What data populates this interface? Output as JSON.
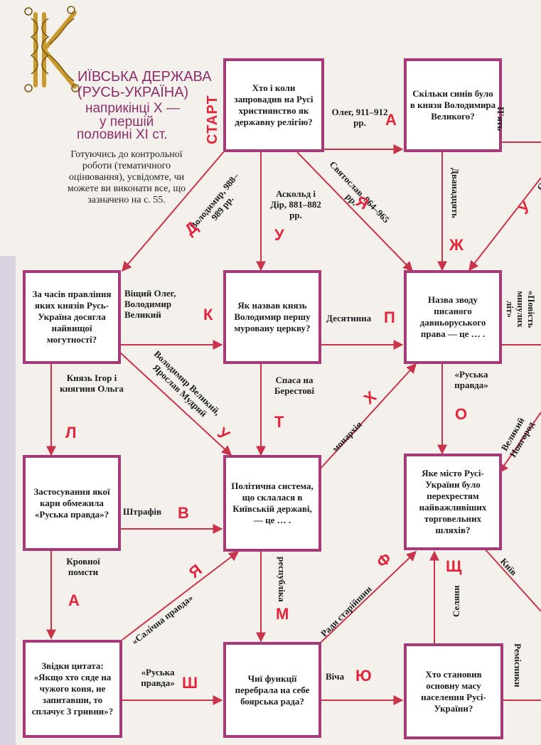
{
  "title": {
    "initial": "К",
    "lines": [
      "ИЇВСЬКА ДЕРЖАВА",
      "(РУСЬ-УКРАЇНА)",
      "наприкінці X —",
      "у першій",
      "половині XI ст."
    ]
  },
  "intro": "Готуючись до контрольної роботи (тематичного оцінювання), усвідомте, чи можете ви виконати все, що зазначено на с. 55.",
  "start_label": "СТАРТ",
  "boxes": {
    "q1": "Хто і коли запровадив на Русі християнство як державну релігію?",
    "q2": "Скільки синів було в князя Володимира Великого?",
    "q3": "За часів правління яких князів Русь-Україна досягла найвищої могутності?",
    "q4": "Як назвав князь Володимир першу муровану церкву?",
    "q5": "Назва зводу писаного давньоруського права — це … .",
    "q6": "Застосування якої кари обмежила «Руська правда»?",
    "q7": "Політична система, що склалася в Київській державі, — це … .",
    "q8": "Яке місто Русі-України було перехрестям найважливіших торговельних шляхів?",
    "q9": "Звідки цитата: «Якщо хто сяде на чужого коня, не запитавши, то сплачує 3 гривни»?",
    "q10": "Чиї функції перебрала на себе боярська рада?",
    "q11": "Хто становив основну масу населення Русі-України?"
  },
  "answers": {
    "oleg": "Олег, 911–912 рр.",
    "piat": "П'ять",
    "dvanadtsiat": "Дванадцять",
    "sviatoslav": "Святослав, 964–965 рр.",
    "askold": "Аскольд і Дір, 881–882 рр.",
    "volodymyr": "Володимир, 988–989 рр.",
    "ol_partial": "О",
    "veshchyi": "Віщий Олег, Володимир Великий",
    "desiatynna": "Десятинна",
    "povist": "«Повість минулих літ»",
    "igor": "Князь Ігор і княгиня Ольга",
    "volyar": "Володимир Великий, Ярослав Мудрий",
    "spasa": "Спаса на Берестові",
    "monarkhia": "монархія",
    "ruska_pravda": "«Руська правда»",
    "novgorod": "Великий Новгород",
    "shtrafiv": "Штрафів",
    "krovnoi": "Кровної помсти",
    "respublika": "республіка",
    "salichna": "«Салічна правда»",
    "rady": "Ради старійшин",
    "kyiv": "Київ",
    "seliany": "Селяни",
    "ruska_pravda2": "«Руська правда»",
    "vicha": "Віча",
    "remisnyky": "Ремісники"
  },
  "letters": {
    "A1": "А",
    "Ya1": "Я",
    "U1": "У",
    "D": "Д",
    "U2": "У",
    "Zh": "Ж",
    "K": "К",
    "P": "П",
    "L": "Л",
    "U3": "У",
    "T": "Т",
    "Kh": "Х",
    "O": "О",
    "V": "В",
    "Ya2": "Я",
    "M": "М",
    "F": "Ф",
    "Shch": "Щ",
    "A2": "А",
    "Sh": "Ш",
    "Yu": "Ю"
  },
  "colors": {
    "box_border": "#a43b78",
    "arrow": "#c8354a",
    "letter": "#e3243b",
    "title": "#8b2f6a",
    "ornament": "#c89a2e"
  }
}
